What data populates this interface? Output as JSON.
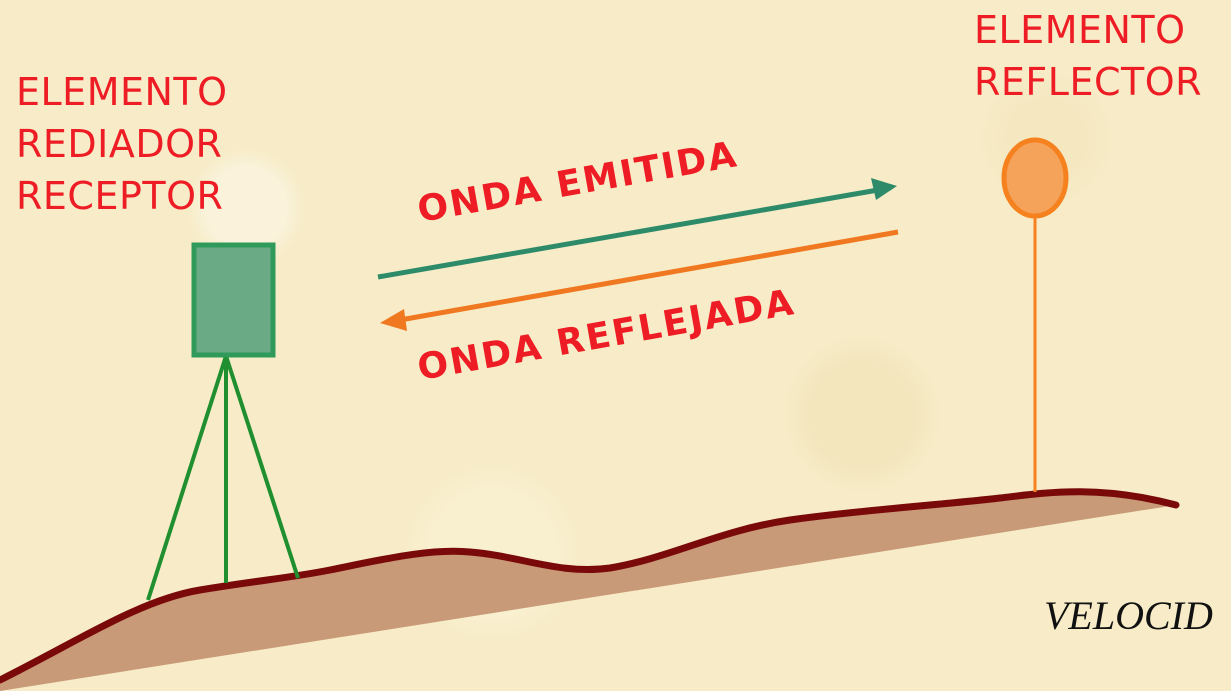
{
  "left_element": {
    "lines": [
      "ELEMENTO",
      "REDIADOR",
      "RECEPTOR"
    ]
  },
  "right_element": {
    "lines": [
      "ELEMENTO",
      "REFLECTOR"
    ]
  },
  "waves": {
    "emitted_label": "ONDA EMITIDA",
    "reflected_label": "ONDA REFLEJADA"
  },
  "bottom_text": "VELOCID",
  "colors": {
    "label_red": "#ee1c24",
    "emitted_arrow": "#2e8b6a",
    "reflected_arrow": "#f07820",
    "device_fill": "#6aaa85",
    "tripod": "#1f8f2f",
    "reflector": "#f5821f",
    "ground_fill": "#c99a78",
    "ground_outline": "#7a0a0a"
  }
}
